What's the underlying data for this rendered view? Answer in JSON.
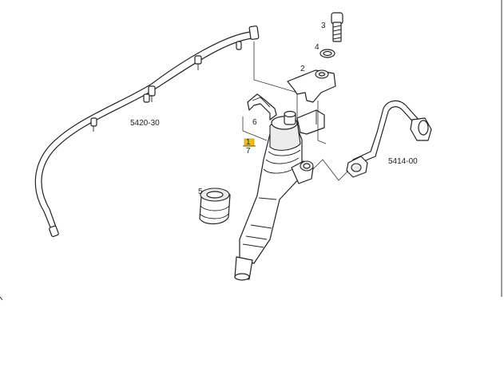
{
  "callouts": {
    "c1": "1",
    "c2": "2",
    "c3": "3",
    "c4": "4",
    "c5": "5",
    "c6": "6",
    "c7": "7",
    "ref_return_line": "5420-30",
    "ref_fuel_pipe": "5414-00"
  },
  "colors": {
    "highlight": "#f2c200",
    "line": "#222222",
    "background": "#ffffff"
  }
}
